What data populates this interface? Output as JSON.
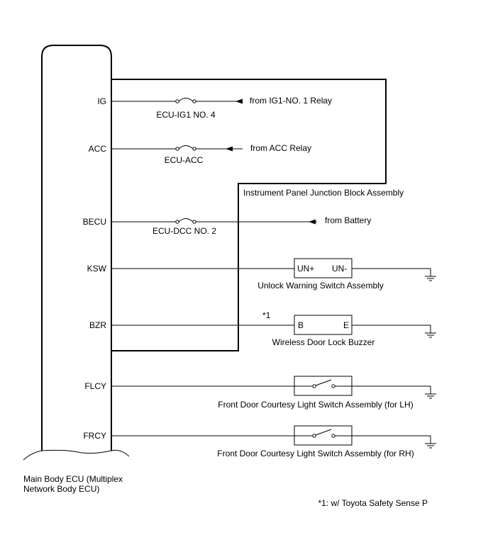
{
  "ecu": {
    "label_line1": "Main Body ECU (Multiplex",
    "label_line2": "Network Body ECU)"
  },
  "pins": {
    "ig": "IG",
    "acc": "ACC",
    "becu": "BECU",
    "ksw": "KSW",
    "bzr": "BZR",
    "flcy": "FLCY",
    "frcy": "FRCY"
  },
  "fuses": {
    "ig": "ECU-IG1 NO. 4",
    "acc": "ECU-ACC",
    "becu": "ECU-DCC NO. 2"
  },
  "sources": {
    "ig": "from IG1-NO. 1 Relay",
    "acc": "from ACC Relay",
    "becu": "from Battery"
  },
  "junction_block": "Instrument Panel Junction Block Assembly",
  "components": {
    "unlock_switch": {
      "name": "Unlock Warning Switch Assembly",
      "term_left": "UN+",
      "term_right": "UN-"
    },
    "buzzer": {
      "name": "Wireless Door Lock Buzzer",
      "term_left": "B",
      "term_right": "E",
      "note_ref": "*1"
    },
    "lh_switch": {
      "name": "Front Door Courtesy Light Switch Assembly (for LH)"
    },
    "rh_switch": {
      "name": "Front Door Courtesy Light Switch Assembly (for RH)"
    }
  },
  "footnote": "*1: w/ Toyota Safety Sense P"
}
